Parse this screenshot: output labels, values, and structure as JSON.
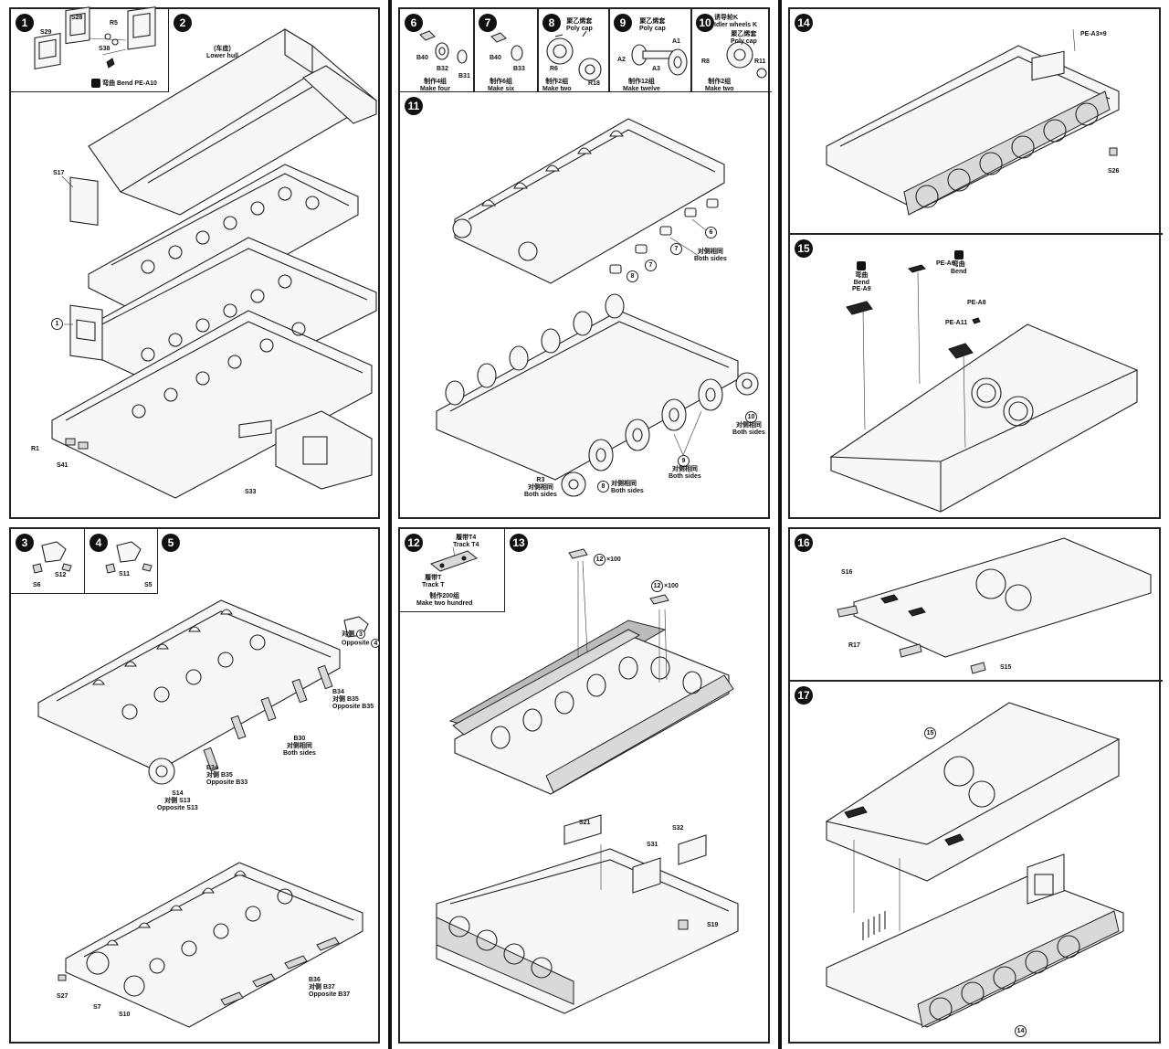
{
  "steps": [
    "1",
    "2",
    "3",
    "4",
    "5",
    "6",
    "7",
    "8",
    "9",
    "10",
    "11",
    "12",
    "13",
    "14",
    "15",
    "16",
    "17"
  ],
  "labels": {
    "s29": "S29",
    "s28": "S28",
    "r5": "R5",
    "s38": "S38",
    "bend_cn": "弯曲",
    "bend_en": "Bend",
    "pe_a10": "PE-A10",
    "lower_hull_cn": "(车底)",
    "lower_hull_en": "Lower hull",
    "s17": "S17",
    "r1": "R1",
    "s41": "S41",
    "s33": "S33",
    "s12": "S12",
    "s6": "S6",
    "s11": "S11",
    "s5": "S5",
    "opposite4_cn": "对侧",
    "opposite4_en": "Opposite",
    "b34_b35": "B34",
    "opposite_b35": "对侧 B35",
    "opposite_b35_en": "Opposite B35",
    "b30": "B30",
    "both_sides_cn": "对侧相同",
    "both_sides_en": "Both sides",
    "b34b": "B34",
    "opposite_b33": "对侧 B35",
    "opposite_b33_en": "Opposite B33",
    "s14": "S14",
    "opposite_s13": "对侧 S13",
    "opposite_s13_en": "Opposite S13",
    "s27": "S27",
    "s7": "S7",
    "s10": "S10",
    "b36": "B36",
    "opposite_b37": "对侧 B37",
    "opposite_b37_en": "Opposite B37",
    "b40a": "B40",
    "b32": "B32",
    "b31": "B31",
    "make_four_cn": "制作4组",
    "make_four_en": "Make four",
    "b40b": "B40",
    "b33": "B33",
    "make_six_cn": "制作6组",
    "make_six_en": "Make six",
    "polycap_cn": "聚乙烯套",
    "polycap_en": "Poly cap",
    "r6": "R6",
    "r18": "R18",
    "make_two_cn": "制作2组",
    "make_two_en": "Make two",
    "a2": "A2",
    "a3": "A3",
    "a1": "A1",
    "make_twelve_cn": "制作12组",
    "make_twelve_en": "Make twelve",
    "idler_cn": "诱导轮K",
    "idler_en": "Idler wheels K",
    "r8": "R8",
    "r11": "R11",
    "make_two_b_cn": "制作2组",
    "make_two_b_en": "Make two",
    "num6": "6",
    "num7": "7",
    "num8": "8",
    "num9": "9",
    "num10": "10",
    "num11": "11",
    "num12": "12",
    "num14": "14",
    "r3": "R3",
    "track_t4_cn": "履带T4",
    "track_t4_en": "Track T4",
    "track_t_cn": "履带T",
    "track_t_en": "Track T",
    "make_200_cn": "制作200组",
    "make_200_en": "Make two hundred",
    "x100a": "×100",
    "x100b": "×100",
    "s21": "S21",
    "s31": "S31",
    "s32": "S32",
    "s19": "S19",
    "pe_a3": "PE-A3×9",
    "s26": "S26",
    "pe_a9": "PE-A9",
    "pe_a6": "PE-A6",
    "pe_a8": "PE-A8",
    "pe_a11": "PE-A11",
    "s16": "S16",
    "r17": "R17",
    "s15": "S15"
  }
}
